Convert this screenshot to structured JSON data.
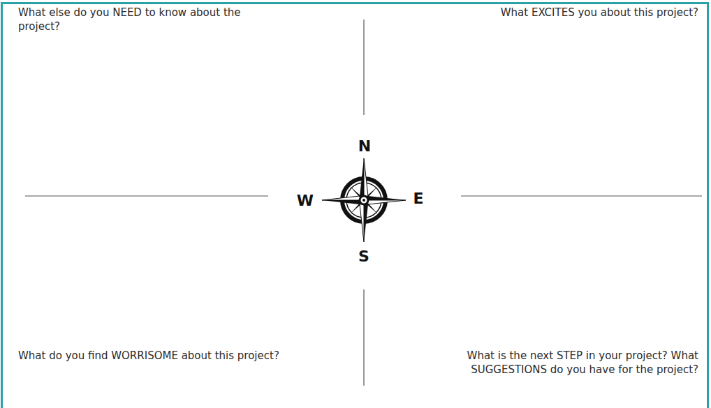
{
  "diagram": {
    "labels": [
      "What else do you NEED to know about the project?",
      "What EXCITES you about this project?",
      "N",
      "W",
      "E",
      "S",
      "What do you find WORRISOME about this project?",
      "What is the next STEP in your project? What SUGGESTIONS do you have for the project?"
    ]
  }
}
